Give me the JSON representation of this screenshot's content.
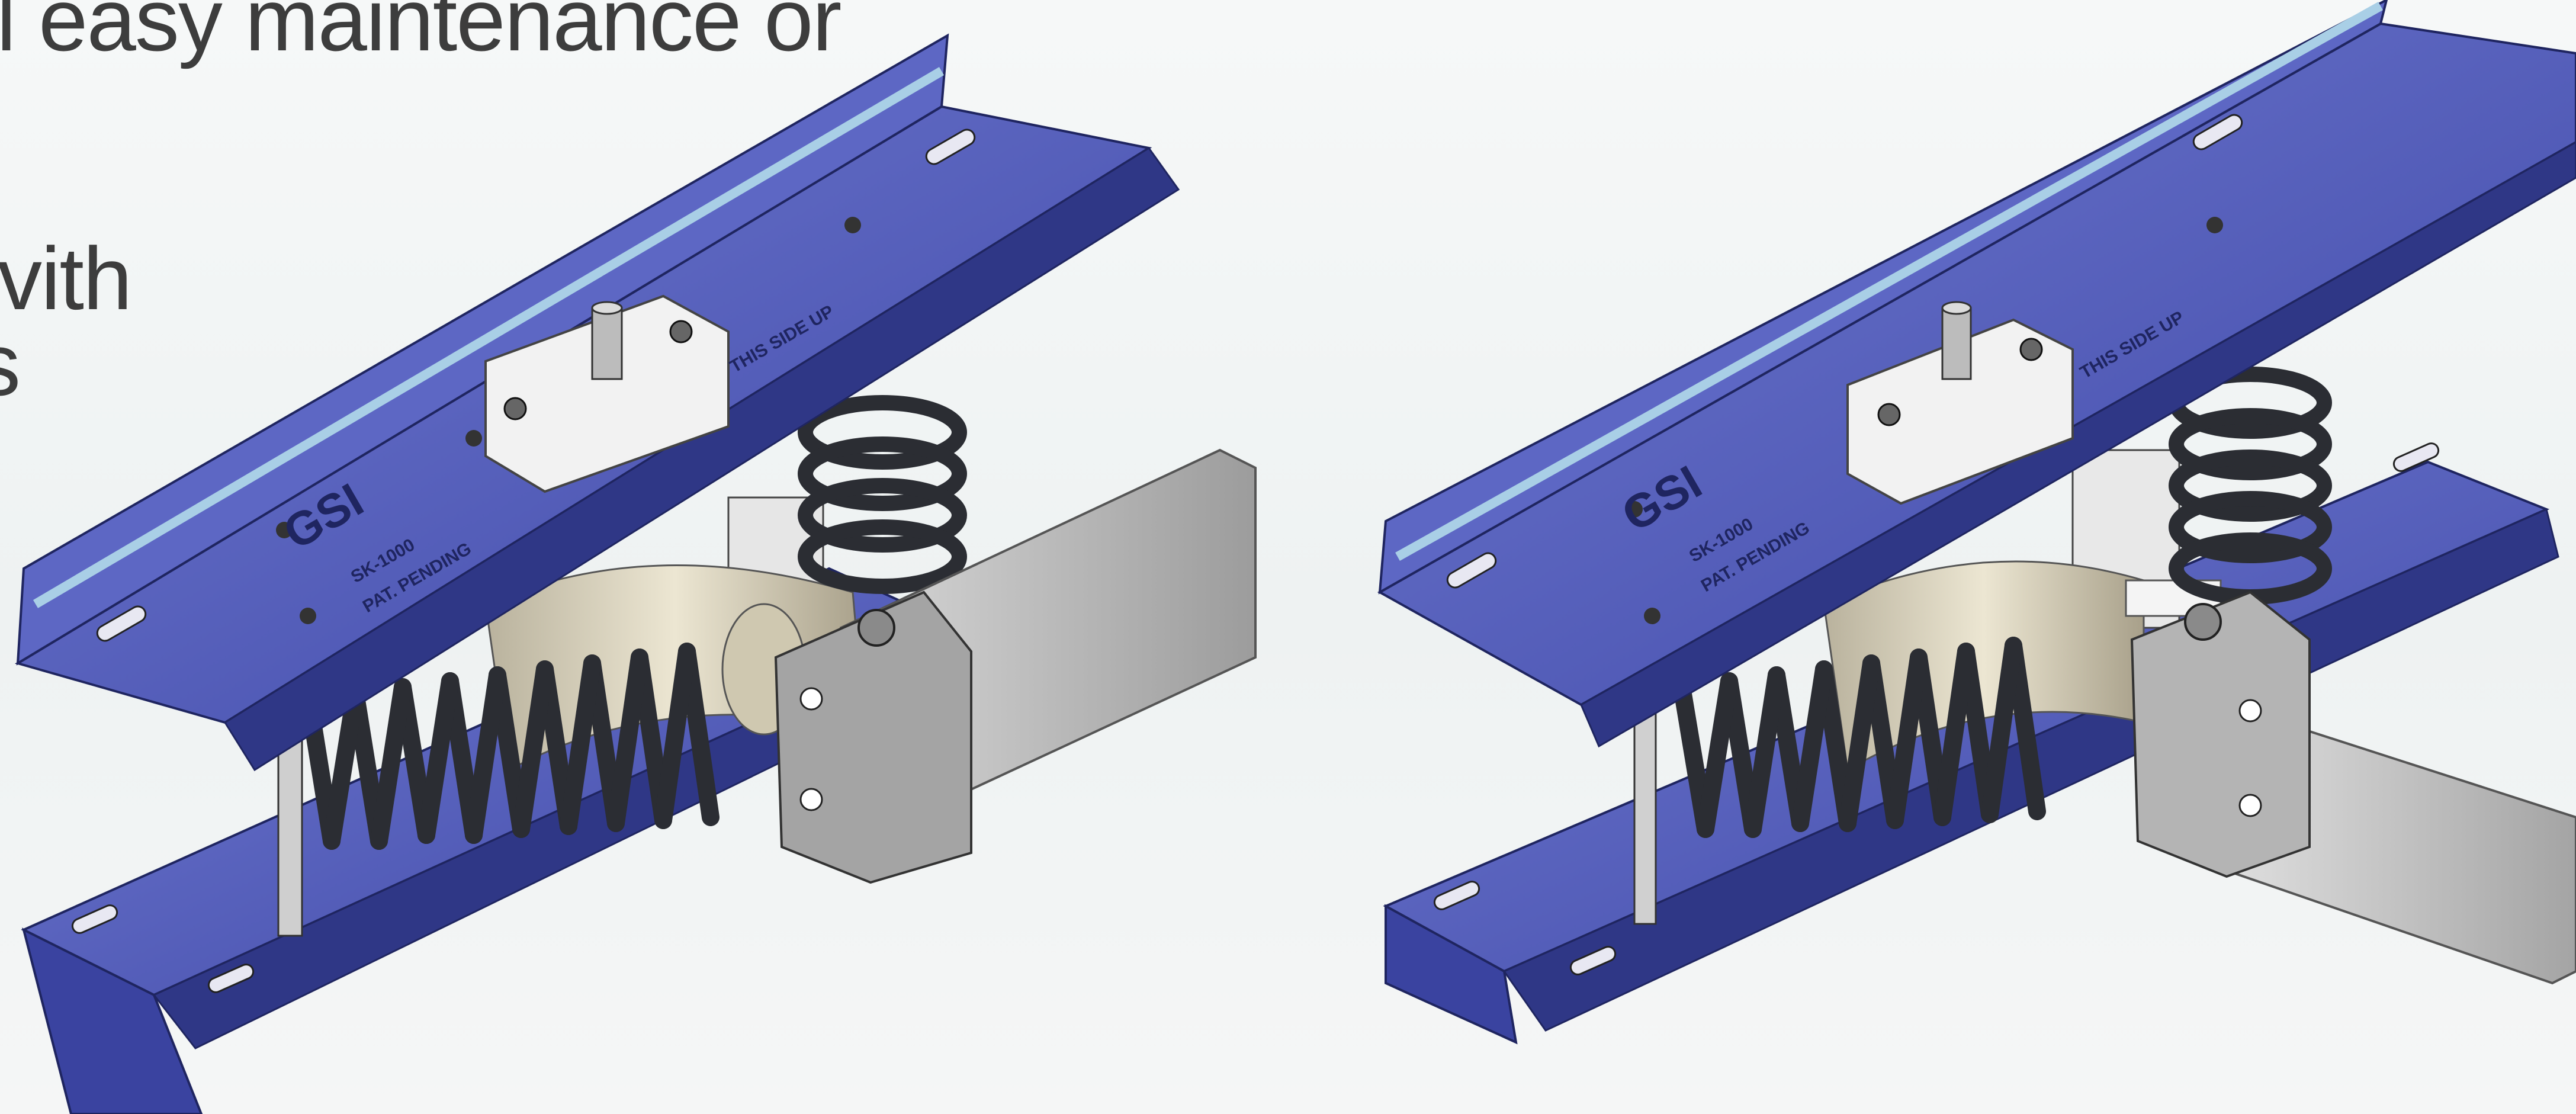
{
  "document": {
    "text_fragments": [
      "l easy maintenance or",
      "vith",
      "s"
    ]
  },
  "figures": [
    {
      "name": "left-suspension-assembly",
      "brand": "GSI",
      "model": "SK-1000",
      "marking": "PAT. PENDING",
      "top_label": "THIS SIDE UP"
    },
    {
      "name": "right-suspension-assembly",
      "brand": "GSI",
      "model": "SK-1000",
      "marking": "PAT. PENDING",
      "top_label": "THIS SIDE UP"
    }
  ],
  "colors": {
    "channel_blue": "#4e57b8",
    "channel_dark": "#2f3786",
    "channel_light": "#7f88d8",
    "spring": "#2b2d33",
    "bracket_gray": "#a8a8a8",
    "tan": "#d8d0b8"
  }
}
